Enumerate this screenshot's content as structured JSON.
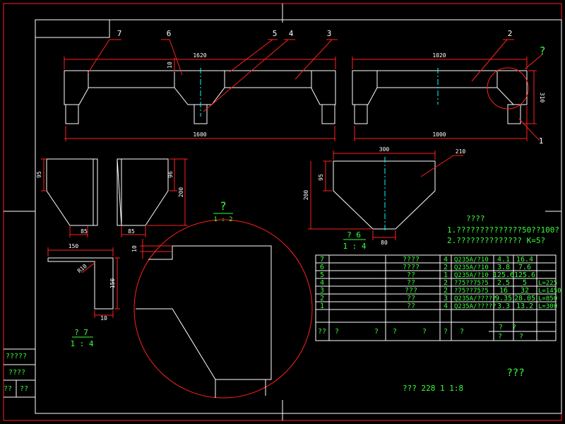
{
  "colors": {
    "frame": "#ff2020",
    "outline": "#ffffff",
    "dimension": "#ff2020",
    "center": "#00ffff",
    "text": "#39ff39"
  },
  "callouts": [
    "7",
    "6",
    "5",
    "4",
    "3",
    "2",
    "1"
  ],
  "callout_unknown": "?",
  "front_view": {
    "top_dim": "1620",
    "bottom_dim": "1600",
    "side_dim": "10"
  },
  "side_view": {
    "top_dim": "1020",
    "bottom_dim": "1000",
    "height_dim": "310"
  },
  "left_parts": {
    "dim_95": "95",
    "dim_85a": "85",
    "dim_85b": "85",
    "dim_96": "96",
    "dim_200": "200"
  },
  "section_6": {
    "width_dim": "300",
    "dim_95": "95",
    "dim_200": "200",
    "bottom_dim": "80",
    "leader_label": "210",
    "caption_top": "?  6",
    "caption_bottom": "1 : 4"
  },
  "section_7": {
    "dim_150a": "150",
    "dim_150b": "150",
    "dim_10a": "10",
    "dim_10b": "10",
    "caption_top": "?  7",
    "caption_bottom": "1 : 4",
    "weld": "R10"
  },
  "detail": {
    "caption_top": "?",
    "caption_bottom": "1 : 2"
  },
  "notes": {
    "title": "????",
    "line1": "1.??????????????50??100?",
    "line2": "2.??????????????  K=5?"
  },
  "bom": {
    "rows": [
      {
        "no": "7",
        "code": "",
        "name": "????",
        "qty": "4",
        "material": "Q235A/?10",
        "unit": "4.1",
        "total": "16.4",
        "note": ""
      },
      {
        "no": "6",
        "code": "",
        "name": "????",
        "qty": "2",
        "material": "Q235A/?10",
        "unit": "3.8",
        "total": "7.6",
        "note": ""
      },
      {
        "no": "5",
        "code": "",
        "name": "??",
        "qty": "1",
        "material": "Q235A/?10",
        "unit": "125.6",
        "total": "125.6",
        "note": ""
      },
      {
        "no": "4",
        "code": "",
        "name": "??",
        "qty": "2",
        "material": "?75??75?5",
        "unit": "2.5",
        "total": "5",
        "note": "L=225"
      },
      {
        "no": "3",
        "code": "",
        "name": "???",
        "qty": "2",
        "material": "?75??75?5",
        "unit": "16",
        "total": "32",
        "note": "L=1450"
      },
      {
        "no": "2",
        "code": "",
        "name": "??",
        "qty": "3",
        "material": "Q235A/?????",
        "unit": "9.35",
        "total": "28.05",
        "note": "L=850"
      },
      {
        "no": "1",
        "code": "",
        "name": "??",
        "qty": "4",
        "material": "Q235A/?????",
        "unit": "3.3",
        "total": "13.2",
        "note": "L=300"
      }
    ],
    "header": [
      "??",
      "?",
      "?",
      "?",
      "?",
      "?",
      "?"
    ],
    "header_sub": [
      "?",
      "?",
      "?",
      "?"
    ]
  },
  "title_block": {
    "title": "???",
    "sheet": "???   228   1   1:8"
  },
  "left_table": {
    "row1": "?????",
    "row2": "????",
    "row3a": "??",
    "row3b": "??"
  }
}
